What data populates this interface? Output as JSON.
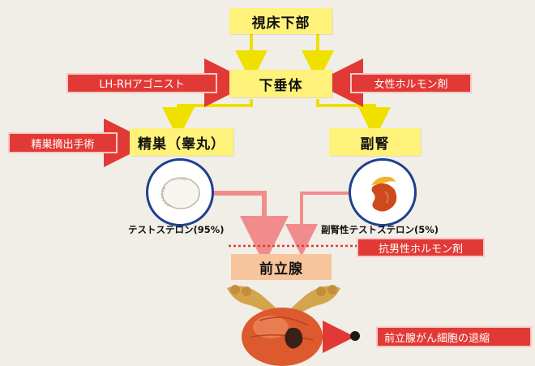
{
  "nodes": {
    "hypothalamus": "視床下部",
    "pituitary": "下垂体",
    "testis": "精巣（睾丸）",
    "adrenal": "副腎",
    "prostate": "前立腺"
  },
  "tags": {
    "lhrh_agonist": "LH-RHアゴニスト",
    "female_hormone": "女性ホルモン剤",
    "orchiectomy": "精巣摘出手術",
    "antiandrogen": "抗男性ホルモン剤",
    "cancer_shrink": "前立腺がん細胞の退縮"
  },
  "labels": {
    "testosterone": "テストステロン(95%)",
    "adrenal_testosterone": "副腎性テストステロン(5%)"
  },
  "colors": {
    "yellow_box": "#fff27a",
    "yellow_arrow": "#f0e000",
    "red_tag": "#e13a36",
    "pink_arrow": "#f08c8c",
    "circle_border": "#1f3f8f",
    "prostate_box": "#f7c49b"
  },
  "icons": [
    "testis-illustration",
    "adrenal-illustration",
    "prostate-illustration",
    "cancer-cell-dot"
  ]
}
